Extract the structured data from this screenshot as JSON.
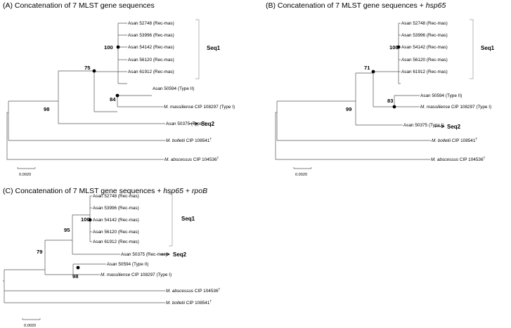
{
  "panels": {
    "a": {
      "title_prefix": "(A) Concatenation of 7 MLST gene sequences",
      "title_suffix": "",
      "leaves": {
        "l1": "Asan 52748 (Rec-mas)",
        "l2": "Asan 53996 (Rec-mas)",
        "l3": "Asan 54142 (Rec-mas)",
        "l4": "Asan 56120 (Rec-mas)",
        "l5": "Asan 61912 (Rec-mas)",
        "l6": "Asan 50594 (Type II)",
        "l7_italic": "M. massiliense",
        "l7_rest": " CIP 108297 (Type I)",
        "l8": "Asan 50375 (Type I)",
        "l9_italic": "M. bolletii",
        "l9_rest": " CIP 108541",
        "l10_italic": "M. abscessus",
        "l10_rest": " CIP 104536",
        "sup": "T"
      },
      "bootstrap": {
        "b100": "100",
        "b75": "75",
        "b84": "84",
        "b98": "98"
      },
      "seq1": "Seq1",
      "seq2": "Seq2",
      "scale": "0.0020"
    },
    "b": {
      "title_prefix": "(B) Concatenation of 7 MLST gene sequences + ",
      "title_suffix": "hsp65",
      "leaves": {
        "l1": "Asan 52748 (Rec-mas)",
        "l2": "Asan 53996 (Rec-mas)",
        "l3": "Asan 54142 (Rec-mas)",
        "l4": "Asan 56120 (Rec-mas)",
        "l5": "Asan 61912 (Rec-mas)",
        "l6": "Asan 50594 (Type II)",
        "l7_italic": "M. massiliense",
        "l7_rest": " CIP 108297 (Type I)",
        "l8": "Asan 50375 (Type I)",
        "l9_italic": "M. bolletii",
        "l9_rest": " CIP 108541",
        "l10_italic": "M. abscessus",
        "l10_rest": " CIP 104536",
        "sup": "T"
      },
      "bootstrap": {
        "b100": "100",
        "b71": "71",
        "b83": "83",
        "b99": "99"
      },
      "seq1": "Seq1",
      "seq2": "Seq2",
      "scale": "0.0020"
    },
    "c": {
      "title_prefix": "(C) Concatenation of 7 MLST gene sequences + ",
      "title_mid": "hsp65",
      "title_join": " + ",
      "title_suffix": "rpoB",
      "leaves": {
        "l1": "Asan 52748 (Rec-mas)",
        "l2": "Asan 53996 (Rec-mas)",
        "l3": "Asan 54142 (Rec-mas)",
        "l4": "Asan 56120 (Rec-mas)",
        "l5": "Asan 61912 (Rec-mas)",
        "l6": "Asan 50375 (Rec-mas)",
        "l7": "Asan 50594 (Type II)",
        "l8_italic": "M. massiliense",
        "l8_rest": " CIP 108297 (Type I)",
        "l9_italic": "M. abscessus",
        "l9_rest": " CIP 104536",
        "l10_italic": "M. bolletii",
        "l10_rest": " CIP 108541",
        "sup": "T"
      },
      "bootstrap": {
        "b100": "100",
        "b95": "95",
        "b79": "79",
        "b98": "98"
      },
      "seq1": "Seq1",
      "seq2": "Seq2",
      "scale": "0.0020"
    }
  }
}
